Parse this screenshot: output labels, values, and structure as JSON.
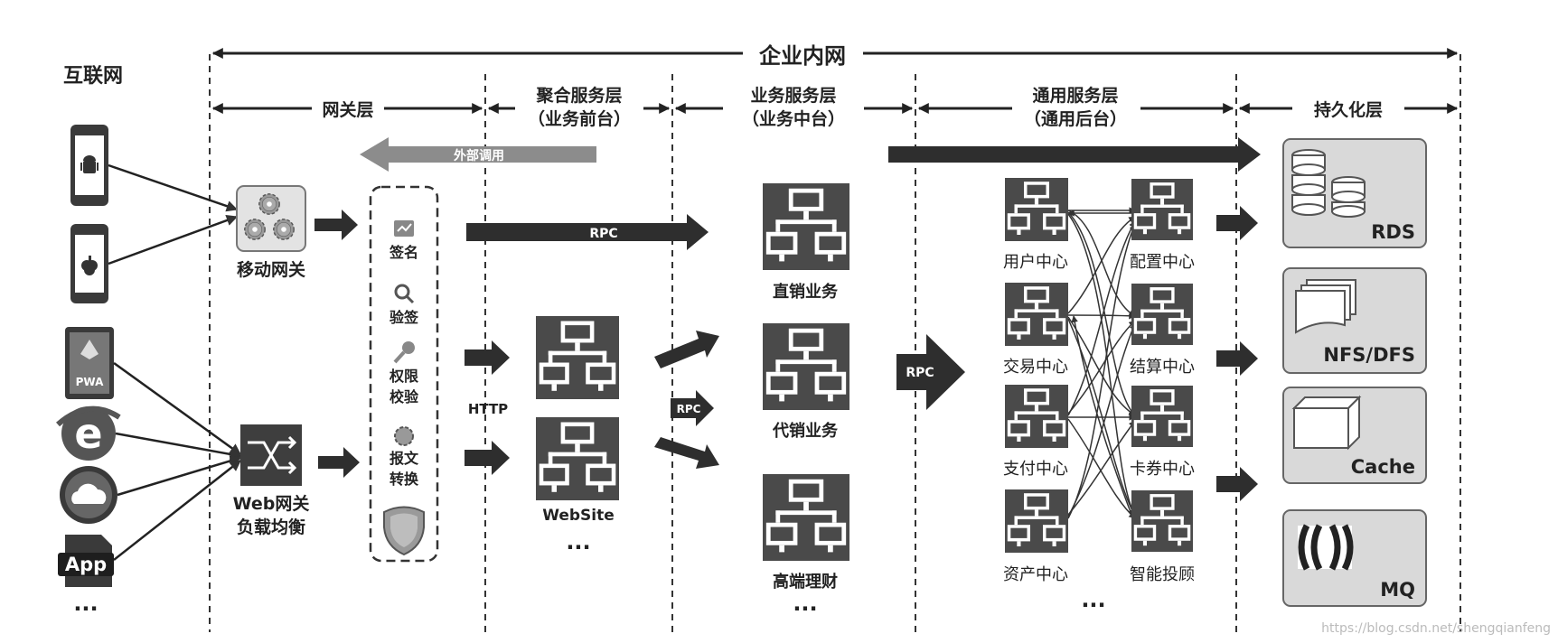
{
  "internet": {
    "label": "互联网"
  },
  "enterprise": {
    "label": "企业内网"
  },
  "layers": [
    {
      "line1": "网关层",
      "line2": ""
    },
    {
      "line1": "聚合服务层",
      "line2": "（业务前台）"
    },
    {
      "line1": "业务服务层",
      "line2": "（业务中台）"
    },
    {
      "line1": "通用服务层",
      "line2": "（通用后台）"
    },
    {
      "line1": "持久化层",
      "line2": ""
    }
  ],
  "external_call": {
    "label": "外部调用"
  },
  "clients": {
    "pwa_label": "PWA",
    "app_label": "App",
    "more": "..."
  },
  "gateways": {
    "mobile": {
      "label": "移动网关"
    },
    "web": {
      "line1": "Web网关",
      "line2": "负载均衡"
    }
  },
  "filters": [
    {
      "line1": "签名",
      "line2": ""
    },
    {
      "line1": "验签",
      "line2": ""
    },
    {
      "line1": "权限",
      "line2": "校验"
    },
    {
      "line1": "报文",
      "line2": "转换"
    }
  ],
  "protocols": {
    "rpc": "RPC",
    "http": "HTTP"
  },
  "aggregation": {
    "website_label": "WebSite",
    "more": "..."
  },
  "business": {
    "items": [
      "直销业务",
      "代销业务",
      "高端理财"
    ],
    "more": "..."
  },
  "common": {
    "left": [
      "用户中心",
      "交易中心",
      "支付中心",
      "资产中心"
    ],
    "right": [
      "配置中心",
      "结算中心",
      "卡券中心",
      "智能投顾"
    ],
    "more": "..."
  },
  "persistence": [
    "RDS",
    "NFS/DFS",
    "Cache",
    "MQ"
  ],
  "watermark": "https://blog.csdn.net/shengqianfeng",
  "colors": {
    "server": "#4a4a4a",
    "arrow": "#2e2e2e",
    "card": "#d9d9d9",
    "external_arrow": "#8c8c8c"
  }
}
